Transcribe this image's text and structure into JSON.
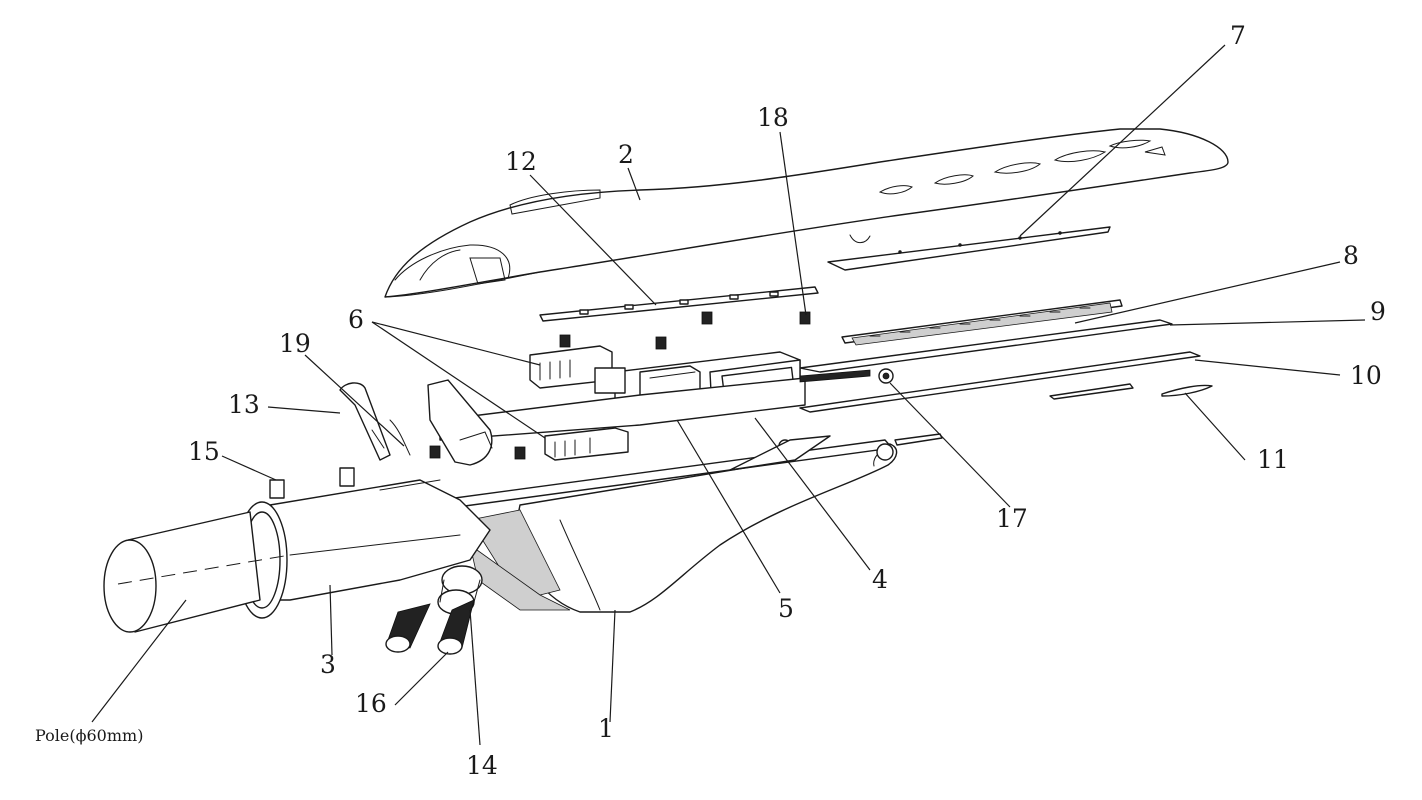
{
  "callouts": {
    "n1": "1",
    "n2": "2",
    "n3": "3",
    "n4": "4",
    "n5": "5",
    "n6": "6",
    "n7": "7",
    "n8": "8",
    "n9": "9",
    "n10": "10",
    "n11": "11",
    "n12": "12",
    "n13": "13",
    "n14": "14",
    "n15": "15",
    "n16": "16",
    "n17": "17",
    "n18": "18",
    "n19": "19",
    "pole": "Pole(ϕ60mm)"
  }
}
